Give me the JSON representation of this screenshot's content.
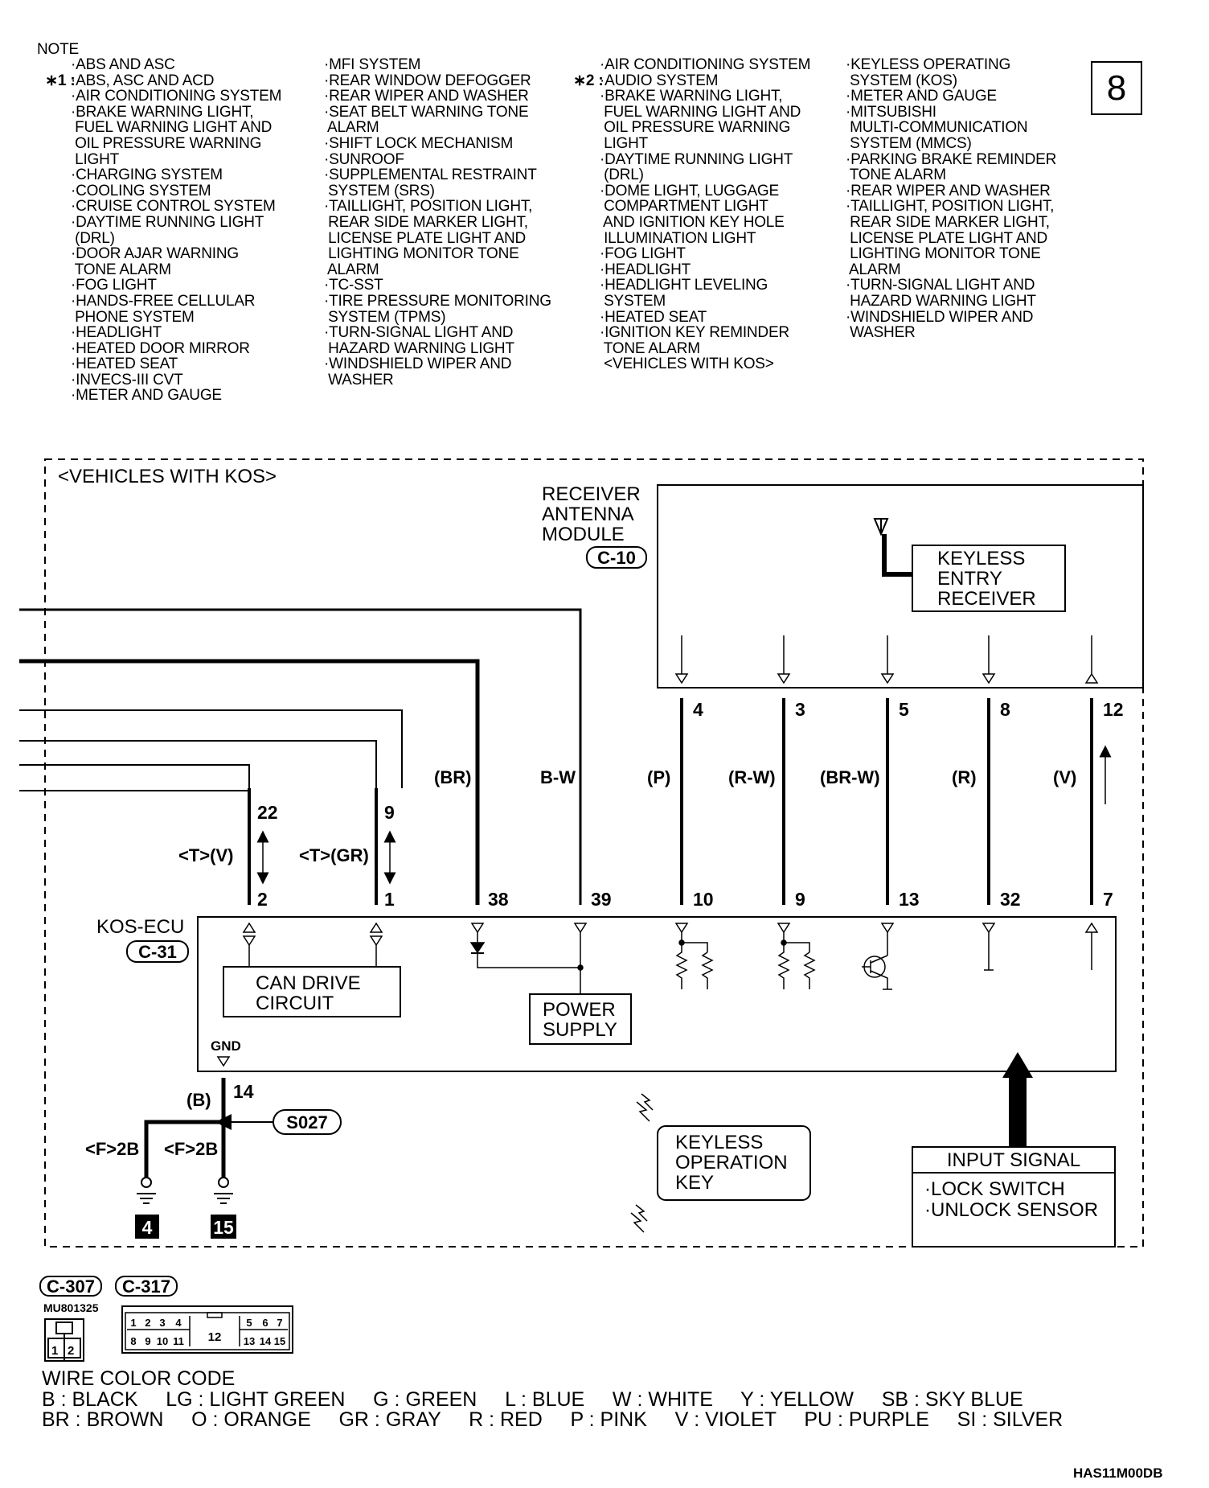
{
  "page_number": "8",
  "note": {
    "title": "NOTE",
    "star1_marker": "∗",
    "star1_num": "1 :",
    "star2_marker": "∗",
    "star2_num": "2 :",
    "col1": [
      "·ABS AND ASC",
      "·ABS, ASC AND ACD",
      "·AIR CONDITIONING SYSTEM",
      "·BRAKE WARNING LIGHT,",
      " FUEL WARNING LIGHT AND",
      " OIL PRESSURE WARNING",
      " LIGHT",
      "·CHARGING SYSTEM",
      "·COOLING SYSTEM",
      "·CRUISE CONTROL SYSTEM",
      "·DAYTIME RUNNING LIGHT",
      " (DRL)",
      "·DOOR AJAR WARNING",
      " TONE ALARM",
      "·FOG LIGHT",
      "·HANDS-FREE CELLULAR",
      " PHONE SYSTEM",
      "·HEADLIGHT",
      "·HEATED DOOR MIRROR",
      "·HEATED SEAT",
      "·INVECS-III CVT",
      "·METER AND GAUGE"
    ],
    "col2": [
      "·MFI SYSTEM",
      "·REAR WINDOW DEFOGGER",
      "·REAR WIPER AND WASHER",
      "·SEAT BELT WARNING TONE",
      " ALARM",
      "·SHIFT LOCK MECHANISM",
      "·SUNROOF",
      "·SUPPLEMENTAL RESTRAINT",
      " SYSTEM (SRS)",
      "·TAILLIGHT, POSITION LIGHT,",
      " REAR SIDE MARKER LIGHT,",
      " LICENSE PLATE LIGHT AND",
      " LIGHTING MONITOR TONE",
      " ALARM",
      "·TC-SST",
      "·TIRE PRESSURE MONITORING",
      " SYSTEM (TPMS)",
      "·TURN-SIGNAL LIGHT AND",
      " HAZARD WARNING LIGHT",
      "·WINDSHIELD WIPER AND",
      " WASHER"
    ],
    "col3": [
      "·AIR CONDITIONING SYSTEM",
      "·AUDIO SYSTEM",
      "·BRAKE WARNING LIGHT,",
      " FUEL WARNING LIGHT AND",
      " OIL PRESSURE WARNING",
      " LIGHT",
      "·DAYTIME RUNNING LIGHT",
      " (DRL)",
      "·DOME LIGHT, LUGGAGE",
      " COMPARTMENT LIGHT",
      " AND IGNITION KEY HOLE",
      " ILLUMINATION LIGHT",
      "·FOG LIGHT",
      "·HEADLIGHT",
      "·HEADLIGHT LEVELING",
      " SYSTEM",
      "·HEATED SEAT",
      "·IGNITION KEY REMINDER",
      " TONE ALARM",
      " <VEHICLES WITH KOS>"
    ],
    "col4": [
      "·KEYLESS OPERATING",
      " SYSTEM (KOS)",
      "·METER AND GAUGE",
      "·MITSUBISHI",
      " MULTI-COMMUNICATION",
      " SYSTEM (MMCS)",
      "·PARKING BRAKE REMINDER",
      " TONE ALARM",
      "·REAR WIPER AND WASHER",
      "·TAILLIGHT, POSITION LIGHT,",
      " REAR SIDE MARKER LIGHT,",
      " LICENSE PLATE LIGHT AND",
      " LIGHTING MONITOR TONE",
      " ALARM",
      "·TURN-SIGNAL LIGHT AND",
      " HAZARD WARNING LIGHT",
      "·WINDSHIELD WIPER AND",
      " WASHER"
    ]
  },
  "diagram": {
    "region_label": "<VEHICLES WITH KOS>",
    "receiver_module": [
      "RECEIVER",
      "ANTENNA",
      "MODULE"
    ],
    "receiver_connector": "C-10",
    "keyless_entry_receiver": [
      "KEYLESS",
      "ENTRY",
      "RECEIVER"
    ],
    "kos_ecu": "KOS-ECU",
    "kos_ecu_connector": "C-31",
    "can_drive": [
      "CAN DRIVE",
      "CIRCUIT"
    ],
    "power_supply": [
      "POWER",
      "SUPPLY"
    ],
    "gnd": "GND",
    "ground_wire_color": "(B)",
    "ground_pin": "14",
    "splice": "S027",
    "ground_left": "<F>2B",
    "ground_right": "<F>2B",
    "ground_num_left": "4",
    "ground_num_right": "15",
    "keyless_key": [
      "KEYLESS",
      "OPERATION",
      "KEY"
    ],
    "input_signal_title": "INPUT SIGNAL",
    "input_signal_items": [
      "·LOCK SWITCH",
      "·UNLOCK SENSOR"
    ],
    "can_wires": [
      {
        "top_pin": "22",
        "bottom_pin": "2",
        "label": "<T>(V)"
      },
      {
        "top_pin": "9",
        "bottom_pin": "1",
        "label": "<T>(GR)"
      }
    ],
    "ecu_wires": [
      {
        "pin": "38",
        "color": "(BR)"
      },
      {
        "pin": "39",
        "color": "B-W"
      }
    ],
    "receiver_wires": [
      {
        "top_pin": "4",
        "bottom_pin": "10",
        "color": "(P)"
      },
      {
        "top_pin": "3",
        "bottom_pin": "9",
        "color": "(R-W)"
      },
      {
        "top_pin": "5",
        "bottom_pin": "13",
        "color": "(BR-W)"
      },
      {
        "top_pin": "8",
        "bottom_pin": "32",
        "color": "(R)"
      },
      {
        "top_pin": "12",
        "bottom_pin": "7",
        "color": "(V)"
      }
    ]
  },
  "connectors": {
    "labels": [
      "C-307",
      "C-317"
    ],
    "part_number": "MU801325",
    "small_pins": [
      "1",
      "2"
    ],
    "large_top": [
      "1",
      "2",
      "3",
      "4",
      "5",
      "6",
      "7"
    ],
    "large_mid": "12",
    "large_bottom": [
      "8",
      "9",
      "10",
      "11",
      "13",
      "14",
      "15"
    ]
  },
  "wire_color_code": {
    "title": "WIRE COLOR CODE",
    "row1": "B : BLACK     LG : LIGHT GREEN     G : GREEN     L : BLUE     W : WHITE     Y : YELLOW     SB : SKY BLUE",
    "row2": "BR : BROWN     O : ORANGE     GR : GRAY     R : RED     P : PINK     V : VIOLET     PU : PURPLE     SI : SILVER"
  },
  "doc_code": "HAS11M00DB"
}
